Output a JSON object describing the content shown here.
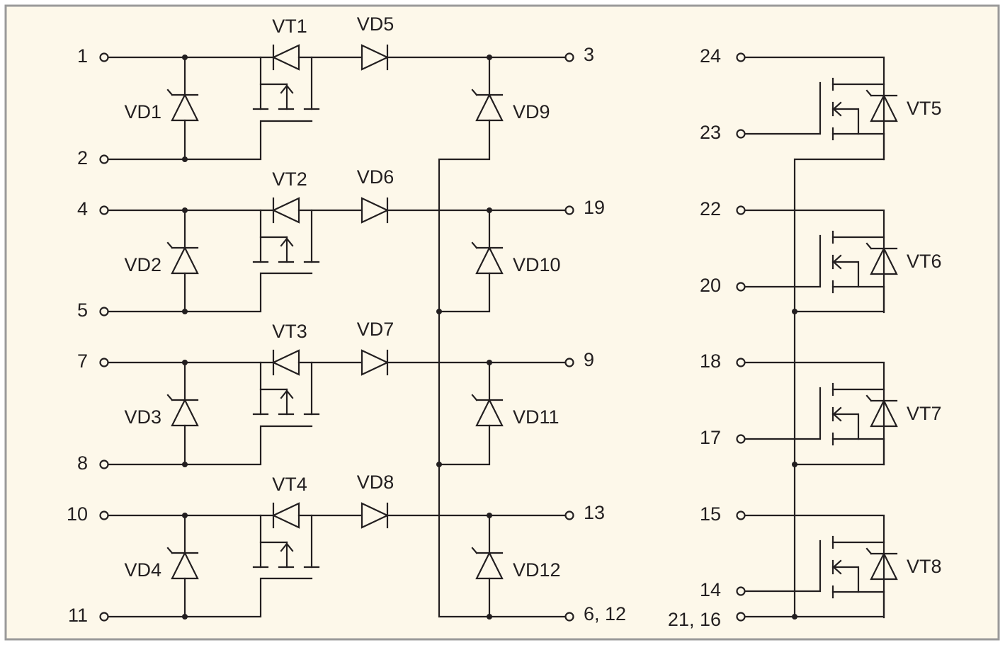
{
  "colors": {
    "background": "#fdf8ea",
    "border": "#9a9a9a",
    "line": "#231f20"
  },
  "left_block": {
    "channels": [
      {
        "in_top": "1",
        "in_bottom": "2",
        "bypass_diode": "VD1",
        "switch": "VT1",
        "series_diode": "VD5",
        "out": "3",
        "clamp_diode": "VD9"
      },
      {
        "in_top": "4",
        "in_bottom": "5",
        "bypass_diode": "VD2",
        "switch": "VT2",
        "series_diode": "VD6",
        "out": "19",
        "clamp_diode": "VD10"
      },
      {
        "in_top": "7",
        "in_bottom": "8",
        "bypass_diode": "VD3",
        "switch": "VT3",
        "series_diode": "VD7",
        "out": "9",
        "clamp_diode": "VD11"
      },
      {
        "in_top": "10",
        "in_bottom": "11",
        "bypass_diode": "VD4",
        "switch": "VT4",
        "series_diode": "VD8",
        "out": "13",
        "clamp_diode": "VD12"
      }
    ],
    "common_terminal": "6, 12"
  },
  "right_block": {
    "transistors": [
      {
        "name": "VT5",
        "drain": "24",
        "gate": "23"
      },
      {
        "name": "VT6",
        "drain": "22",
        "gate": "20"
      },
      {
        "name": "VT7",
        "drain": "18",
        "gate": "17"
      },
      {
        "name": "VT8",
        "drain": "15",
        "gate": "14"
      }
    ],
    "common_terminal": "21, 16"
  }
}
